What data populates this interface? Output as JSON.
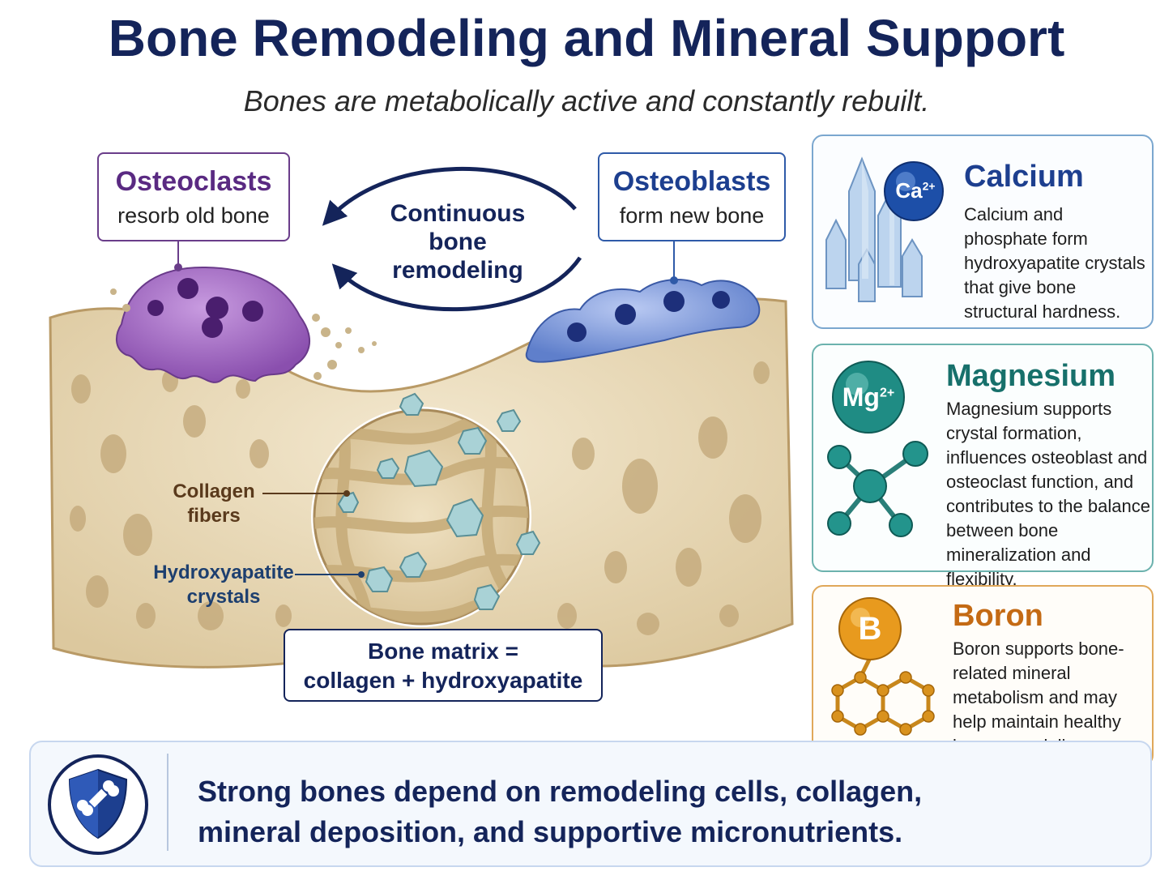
{
  "header": {
    "title": "Bone Remodeling and Mineral Support",
    "subtitle": "Bones are metabolically active and constantly rebuilt."
  },
  "osteoclasts": {
    "title": "Osteoclasts",
    "subtitle": "resorb old bone"
  },
  "osteoblasts": {
    "title": "Osteoblasts",
    "subtitle": "form new bone"
  },
  "cycle": {
    "line1": "Continuous",
    "line2": "bone",
    "line3": "remodeling"
  },
  "labels": {
    "collagen_line1": "Collagen",
    "collagen_line2": "fibers",
    "hydroxy_line1": "Hydroxyapatite",
    "hydroxy_line2": "crystals"
  },
  "matrix": {
    "line1": "Bone matrix =",
    "line2": "collagen + hydroxyapatite"
  },
  "panels": {
    "calcium": {
      "symbol": "Ca",
      "charge": "2+",
      "title": "Calcium",
      "text": "Calcium and phosphate form hydroxyapatite crystals that give bone structural hardness."
    },
    "magnesium": {
      "symbol": "Mg",
      "charge": "2+",
      "title": "Magnesium",
      "text": "Magnesium supports crystal formation, influences osteoblast and osteoclast function, and contributes to the balance between bone mineralization and flexibility."
    },
    "boron": {
      "symbol": "B",
      "title": "Boron",
      "text": "Boron supports bone-related mineral metabolism and may help maintain healthy bone remodeling."
    }
  },
  "footer": {
    "line1": "Strong bones depend on remodeling cells, collagen,",
    "line2": "mineral deposition, and supportive micronutrients."
  },
  "colors": {
    "navy": "#14245a",
    "osteoclast_purple": "#9a62b8",
    "osteoblast_blue": "#6f8fd6",
    "bone_beige": "#e6d6b4",
    "calcium_blue": "#1d3f8f",
    "magnesium_teal": "#17706b",
    "boron_orange": "#c46a14"
  }
}
